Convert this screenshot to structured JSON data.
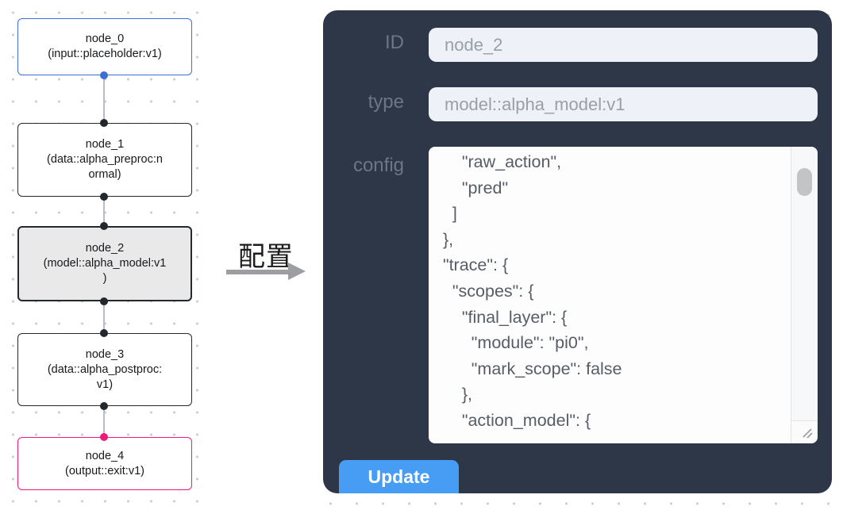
{
  "flow": {
    "nodes": [
      {
        "id": "node_0",
        "kind": "input",
        "label": "node_0\n(input::placeholder:v1)",
        "accent": "#3e6fd4"
      },
      {
        "id": "node_1",
        "kind": "data",
        "label": "node_1\n(data::alpha_preproc:n\normal)",
        "accent": "#24282f"
      },
      {
        "id": "node_2",
        "kind": "model",
        "label": "node_2\n(model::alpha_model:v1\n)",
        "accent": "#24282f",
        "selected": true,
        "selected_bg": "#e9e9ea"
      },
      {
        "id": "node_3",
        "kind": "data",
        "label": "node_3\n(data::alpha_postproc:\nv1)",
        "accent": "#24282f"
      },
      {
        "id": "node_4",
        "kind": "output",
        "label": "node_4\n(output::exit:v1)",
        "accent": "#ef1a7b"
      }
    ],
    "edge_color": "#b9bdc3"
  },
  "annotation": {
    "label": "配置",
    "arrow_color": "#9c9ea1"
  },
  "panel": {
    "bg_color": "#2d3748",
    "id_field": {
      "label": "ID",
      "value": "node_2"
    },
    "type_field": {
      "label": "type",
      "value": "model::alpha_model:v1"
    },
    "config_field": {
      "label": "config",
      "value": "      \"raw_action\",\n      \"pred\"\n    ]\n  },\n  \"trace\": {\n    \"scopes\": {\n      \"final_layer\": {\n        \"module\": \"pi0\",\n        \"mark_scope\": false\n      },\n      \"action_model\": {"
    },
    "update_button": {
      "label": "Update",
      "color": "#479cf4"
    },
    "input_bg": "#eef1f7"
  }
}
